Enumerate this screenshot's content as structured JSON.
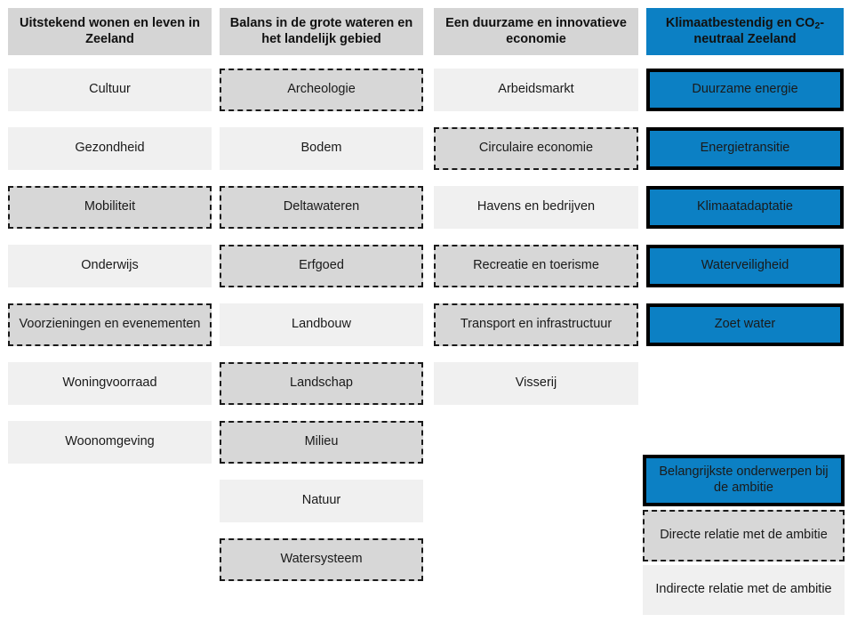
{
  "diagram": {
    "type": "matrix",
    "title_visible": false,
    "colors": {
      "accent_blue": "#0c80c4",
      "header_gray": "#d5d5d5",
      "direct_gray": "#d7d7d7",
      "indirect_gray": "#f0f0f0",
      "border_black": "#000000",
      "text": "#1a1a1a"
    },
    "columns": [
      {
        "id": "wonen-leven",
        "header": "Uitstekend wonen en leven in Zeeland",
        "header_style": "header-gray",
        "items": [
          {
            "label": "Cultuur",
            "relation": "indirect"
          },
          {
            "label": "Gezondheid",
            "relation": "indirect"
          },
          {
            "label": "Mobiliteit",
            "relation": "direct"
          },
          {
            "label": "Onderwijs",
            "relation": "indirect"
          },
          {
            "label": "Voorzieningen en evenementen",
            "relation": "direct"
          },
          {
            "label": "Woningvoorraad",
            "relation": "indirect"
          },
          {
            "label": "Woonomgeving",
            "relation": "indirect"
          }
        ]
      },
      {
        "id": "balans-wateren",
        "header": "Balans in de grote wateren en het landelijk gebied",
        "header_style": "header-gray",
        "items": [
          {
            "label": "Archeologie",
            "relation": "direct"
          },
          {
            "label": "Bodem",
            "relation": "indirect"
          },
          {
            "label": "Deltawateren",
            "relation": "direct"
          },
          {
            "label": "Erfgoed",
            "relation": "direct"
          },
          {
            "label": "Landbouw",
            "relation": "indirect"
          },
          {
            "label": "Landschap",
            "relation": "direct"
          },
          {
            "label": "Milieu",
            "relation": "direct"
          },
          {
            "label": "Natuur",
            "relation": "indirect"
          },
          {
            "label": "Watersysteem",
            "relation": "direct"
          }
        ]
      },
      {
        "id": "duurzame-economie",
        "header": "Een duurzame en innovatieve economie",
        "header_style": "header-gray",
        "items": [
          {
            "label": "Arbeidsmarkt",
            "relation": "indirect"
          },
          {
            "label": "Circulaire economie",
            "relation": "direct"
          },
          {
            "label": "Havens en bedrijven",
            "relation": "indirect"
          },
          {
            "label": "Recreatie en toerisme",
            "relation": "direct"
          },
          {
            "label": "Transport en infrastructuur",
            "relation": "direct"
          },
          {
            "label": "Visserij",
            "relation": "indirect"
          }
        ]
      },
      {
        "id": "klimaatbestendig",
        "header_html": "Klimaatbestendig en CO<sub>2</sub>-neutraal Zeeland",
        "header": "Klimaatbestendig en CO2-neutraal Zeeland",
        "header_style": "header-blue",
        "items": [
          {
            "label": "Duurzame energie",
            "relation": "key"
          },
          {
            "label": "Energietransitie",
            "relation": "key"
          },
          {
            "label": "Klimaatadaptatie",
            "relation": "key"
          },
          {
            "label": "Waterveiligheid",
            "relation": "key"
          },
          {
            "label": "Zoet water",
            "relation": "key"
          }
        ]
      }
    ],
    "legend": {
      "items": [
        {
          "label": "Belangrijkste onderwerpen bij de ambitie",
          "relation": "key"
        },
        {
          "label": "Directe relatie met de ambitie",
          "relation": "direct"
        },
        {
          "label": "Indirecte relatie met de ambitie",
          "relation": "indirect"
        }
      ]
    }
  }
}
